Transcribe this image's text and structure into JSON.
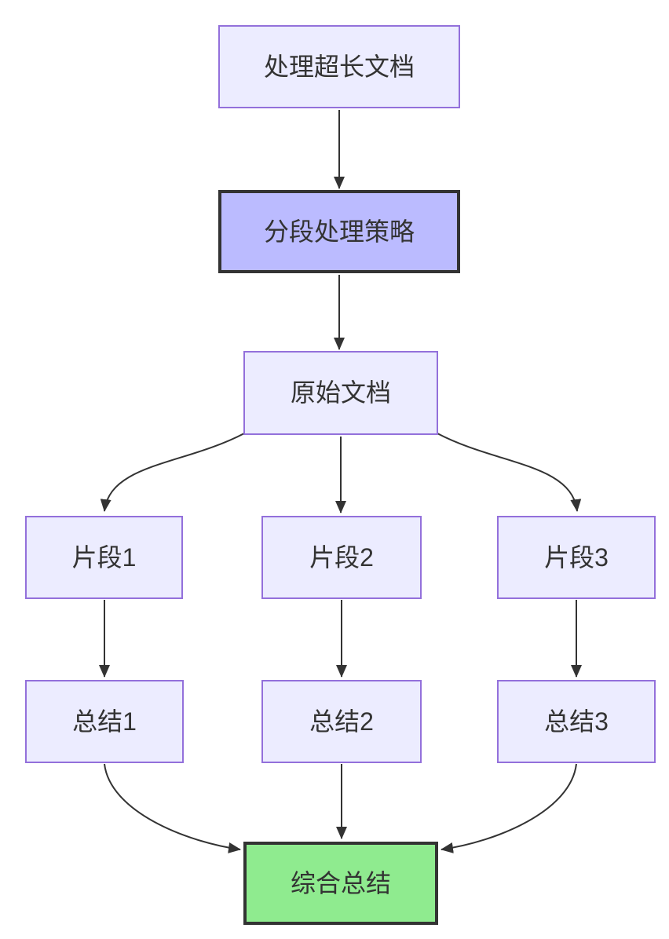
{
  "diagram": {
    "type": "flowchart",
    "direction": "top-down",
    "nodes": [
      {
        "id": "A",
        "label": "处理超长文档",
        "style": "default"
      },
      {
        "id": "B",
        "label": "分段处理策略",
        "style": "highlight"
      },
      {
        "id": "C",
        "label": "原始文档",
        "style": "default"
      },
      {
        "id": "D1",
        "label": "片段1",
        "style": "default"
      },
      {
        "id": "D2",
        "label": "片段2",
        "style": "default"
      },
      {
        "id": "D3",
        "label": "片段3",
        "style": "default"
      },
      {
        "id": "E1",
        "label": "总结1",
        "style": "default"
      },
      {
        "id": "E2",
        "label": "总结2",
        "style": "default"
      },
      {
        "id": "E3",
        "label": "总结3",
        "style": "default"
      },
      {
        "id": "F",
        "label": "综合总结",
        "style": "result"
      }
    ],
    "edges": [
      {
        "from": "A",
        "to": "B"
      },
      {
        "from": "B",
        "to": "C"
      },
      {
        "from": "C",
        "to": "D1"
      },
      {
        "from": "C",
        "to": "D2"
      },
      {
        "from": "C",
        "to": "D3"
      },
      {
        "from": "D1",
        "to": "E1"
      },
      {
        "from": "D2",
        "to": "E2"
      },
      {
        "from": "D3",
        "to": "E3"
      },
      {
        "from": "E1",
        "to": "F"
      },
      {
        "from": "E2",
        "to": "F"
      },
      {
        "from": "E3",
        "to": "F"
      }
    ],
    "colors": {
      "node_fill": "#ECECFF",
      "node_border": "#9370DB",
      "highlight_fill": "#BBBBFF",
      "highlight_border": "#333333",
      "result_fill": "#8FEB8F",
      "result_border": "#333333",
      "edge_color": "#333333",
      "text_color": "#333333"
    }
  }
}
